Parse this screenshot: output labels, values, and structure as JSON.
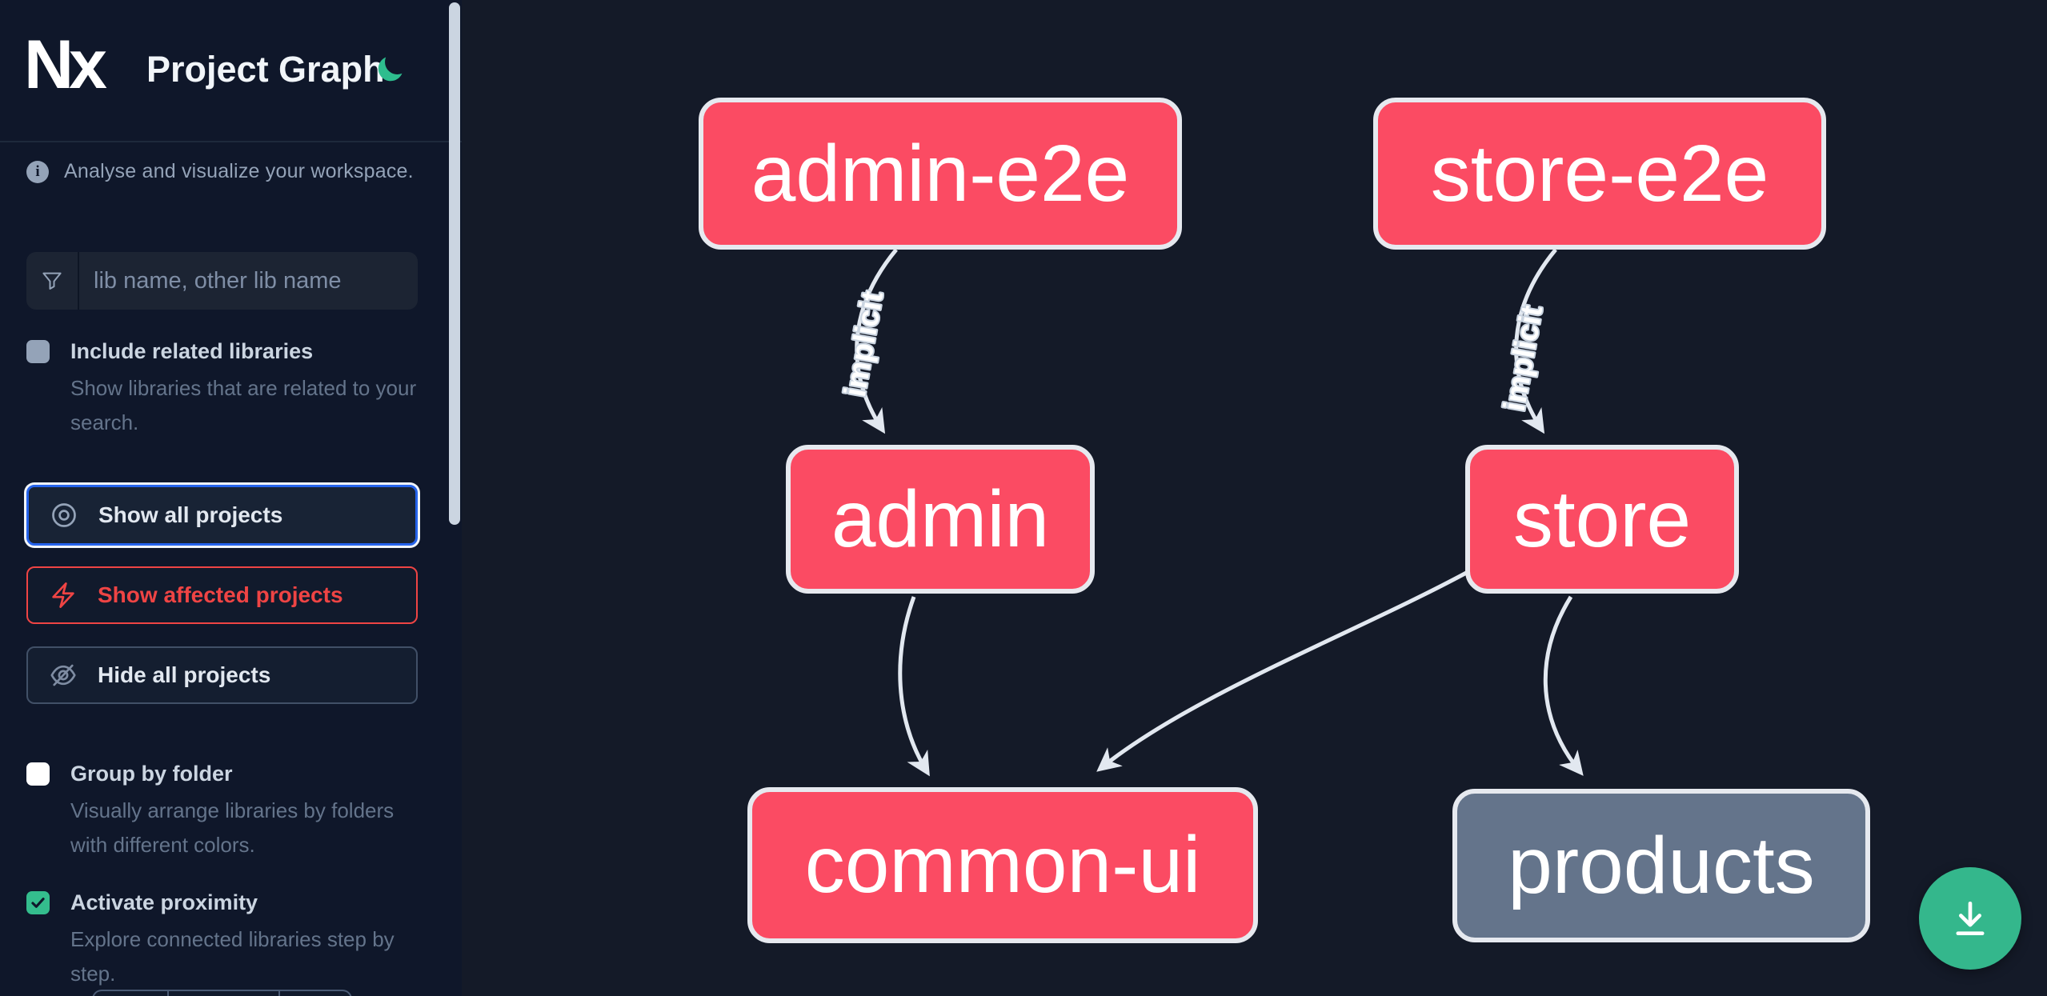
{
  "app": {
    "logo_text": "Nx",
    "title": "Project Graph"
  },
  "sidebar": {
    "tagline": "Analyse and visualize your workspace.",
    "search_placeholder": "lib name, other lib name",
    "search_value": "",
    "include_related": {
      "label": "Include related libraries",
      "description": "Show libraries that are related to your search.",
      "checked": false
    },
    "actions": {
      "show_all": "Show all projects",
      "show_affected": "Show affected projects",
      "hide_all": "Hide all projects"
    },
    "group_by_folder": {
      "label": "Group by folder",
      "description": "Visually arrange libraries by folders with different colors.",
      "checked": false
    },
    "proximity": {
      "label": "Activate proximity",
      "description": "Explore connected libraries step by step.",
      "checked": true
    }
  },
  "graph": {
    "nodes": [
      {
        "label": "admin-e2e",
        "kind": "affected"
      },
      {
        "label": "store-e2e",
        "kind": "affected"
      },
      {
        "label": "admin",
        "kind": "affected"
      },
      {
        "label": "store",
        "kind": "affected"
      },
      {
        "label": "common-ui",
        "kind": "affected"
      },
      {
        "label": "products",
        "kind": "normal"
      }
    ],
    "edges": [
      {
        "source": "admin-e2e",
        "target": "admin",
        "label": "implicit"
      },
      {
        "source": "store-e2e",
        "target": "store",
        "label": "implicit"
      },
      {
        "source": "admin",
        "target": "common-ui",
        "label": ""
      },
      {
        "source": "store",
        "target": "common-ui",
        "label": ""
      },
      {
        "source": "store",
        "target": "products",
        "label": ""
      }
    ]
  },
  "colors": {
    "affected": "#fb4b63",
    "normal": "#64748b",
    "node_border": "#e6e9ef",
    "edge": "#e2e8f0",
    "accent_green": "#2ebd8e",
    "focus_blue": "#2563eb",
    "danger_red": "#ef4444",
    "download_button": "#34b78c",
    "sidebar_bg": "#0f172a",
    "canvas_bg": "#141a28"
  }
}
